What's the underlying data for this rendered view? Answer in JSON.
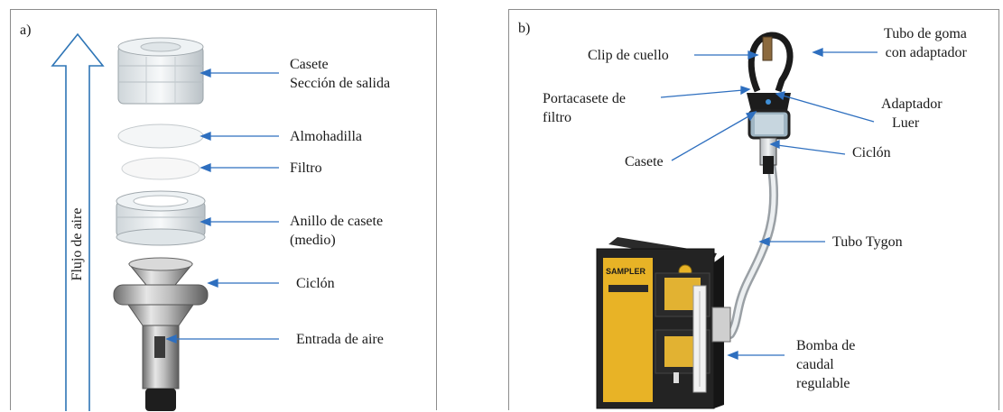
{
  "panel_a": {
    "label": "a)",
    "flow_label": "Flujo de aire",
    "parts": [
      {
        "id": "casete",
        "lines": [
          "Casete",
          "Sección de salida"
        ]
      },
      {
        "id": "almohadilla",
        "lines": [
          "Almohadilla"
        ]
      },
      {
        "id": "filtro",
        "lines": [
          "Filtro"
        ]
      },
      {
        "id": "anillo",
        "lines": [
          "Anillo de casete",
          "(medio)"
        ]
      },
      {
        "id": "ciclon",
        "lines": [
          "Ciclón"
        ]
      },
      {
        "id": "entrada",
        "lines": [
          "Entrada de aire"
        ]
      }
    ]
  },
  "panel_b": {
    "label": "b)",
    "pump_brand": "SAMPLER",
    "labels": {
      "clip": "Clip de cuello",
      "tubo_goma_1": "Tubo de goma",
      "tubo_goma_2": "con adaptador",
      "portacasete_1": "Portacasete de",
      "portacasete_2": "filtro",
      "adaptador_1": "Adaptador",
      "adaptador_2": "Luer",
      "ciclon": "Ciclón",
      "casete": "Casete",
      "tygon": "Tubo Tygon",
      "bomba_1": "Bomba de",
      "bomba_2": "caudal",
      "bomba_3": "regulable"
    }
  },
  "colors": {
    "arrow": "#2e6fbf",
    "flow_arrow": "#2e75b6",
    "frame": "#8c8c8c",
    "pump_yellow": "#e8b326",
    "pump_black": "#1f1f1f"
  }
}
